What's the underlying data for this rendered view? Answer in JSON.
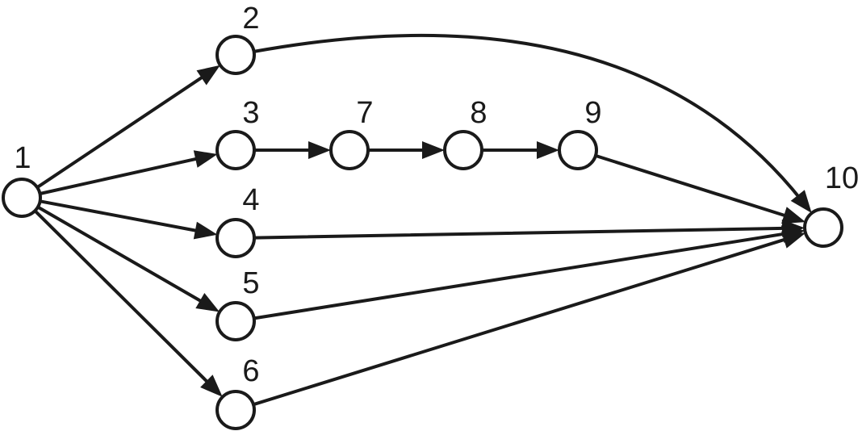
{
  "graph": {
    "nodes": [
      {
        "id": "1",
        "label": "1"
      },
      {
        "id": "2",
        "label": "2"
      },
      {
        "id": "3",
        "label": "3"
      },
      {
        "id": "4",
        "label": "4"
      },
      {
        "id": "5",
        "label": "5"
      },
      {
        "id": "6",
        "label": "6"
      },
      {
        "id": "7",
        "label": "7"
      },
      {
        "id": "8",
        "label": "8"
      },
      {
        "id": "9",
        "label": "9"
      },
      {
        "id": "10",
        "label": "10"
      }
    ],
    "edges": [
      {
        "from": "1",
        "to": "2"
      },
      {
        "from": "1",
        "to": "3"
      },
      {
        "from": "1",
        "to": "4"
      },
      {
        "from": "1",
        "to": "5"
      },
      {
        "from": "1",
        "to": "6"
      },
      {
        "from": "2",
        "to": "10"
      },
      {
        "from": "3",
        "to": "7"
      },
      {
        "from": "7",
        "to": "8"
      },
      {
        "from": "8",
        "to": "9"
      },
      {
        "from": "9",
        "to": "10"
      },
      {
        "from": "4",
        "to": "10"
      },
      {
        "from": "5",
        "to": "10"
      },
      {
        "from": "6",
        "to": "10"
      }
    ]
  }
}
